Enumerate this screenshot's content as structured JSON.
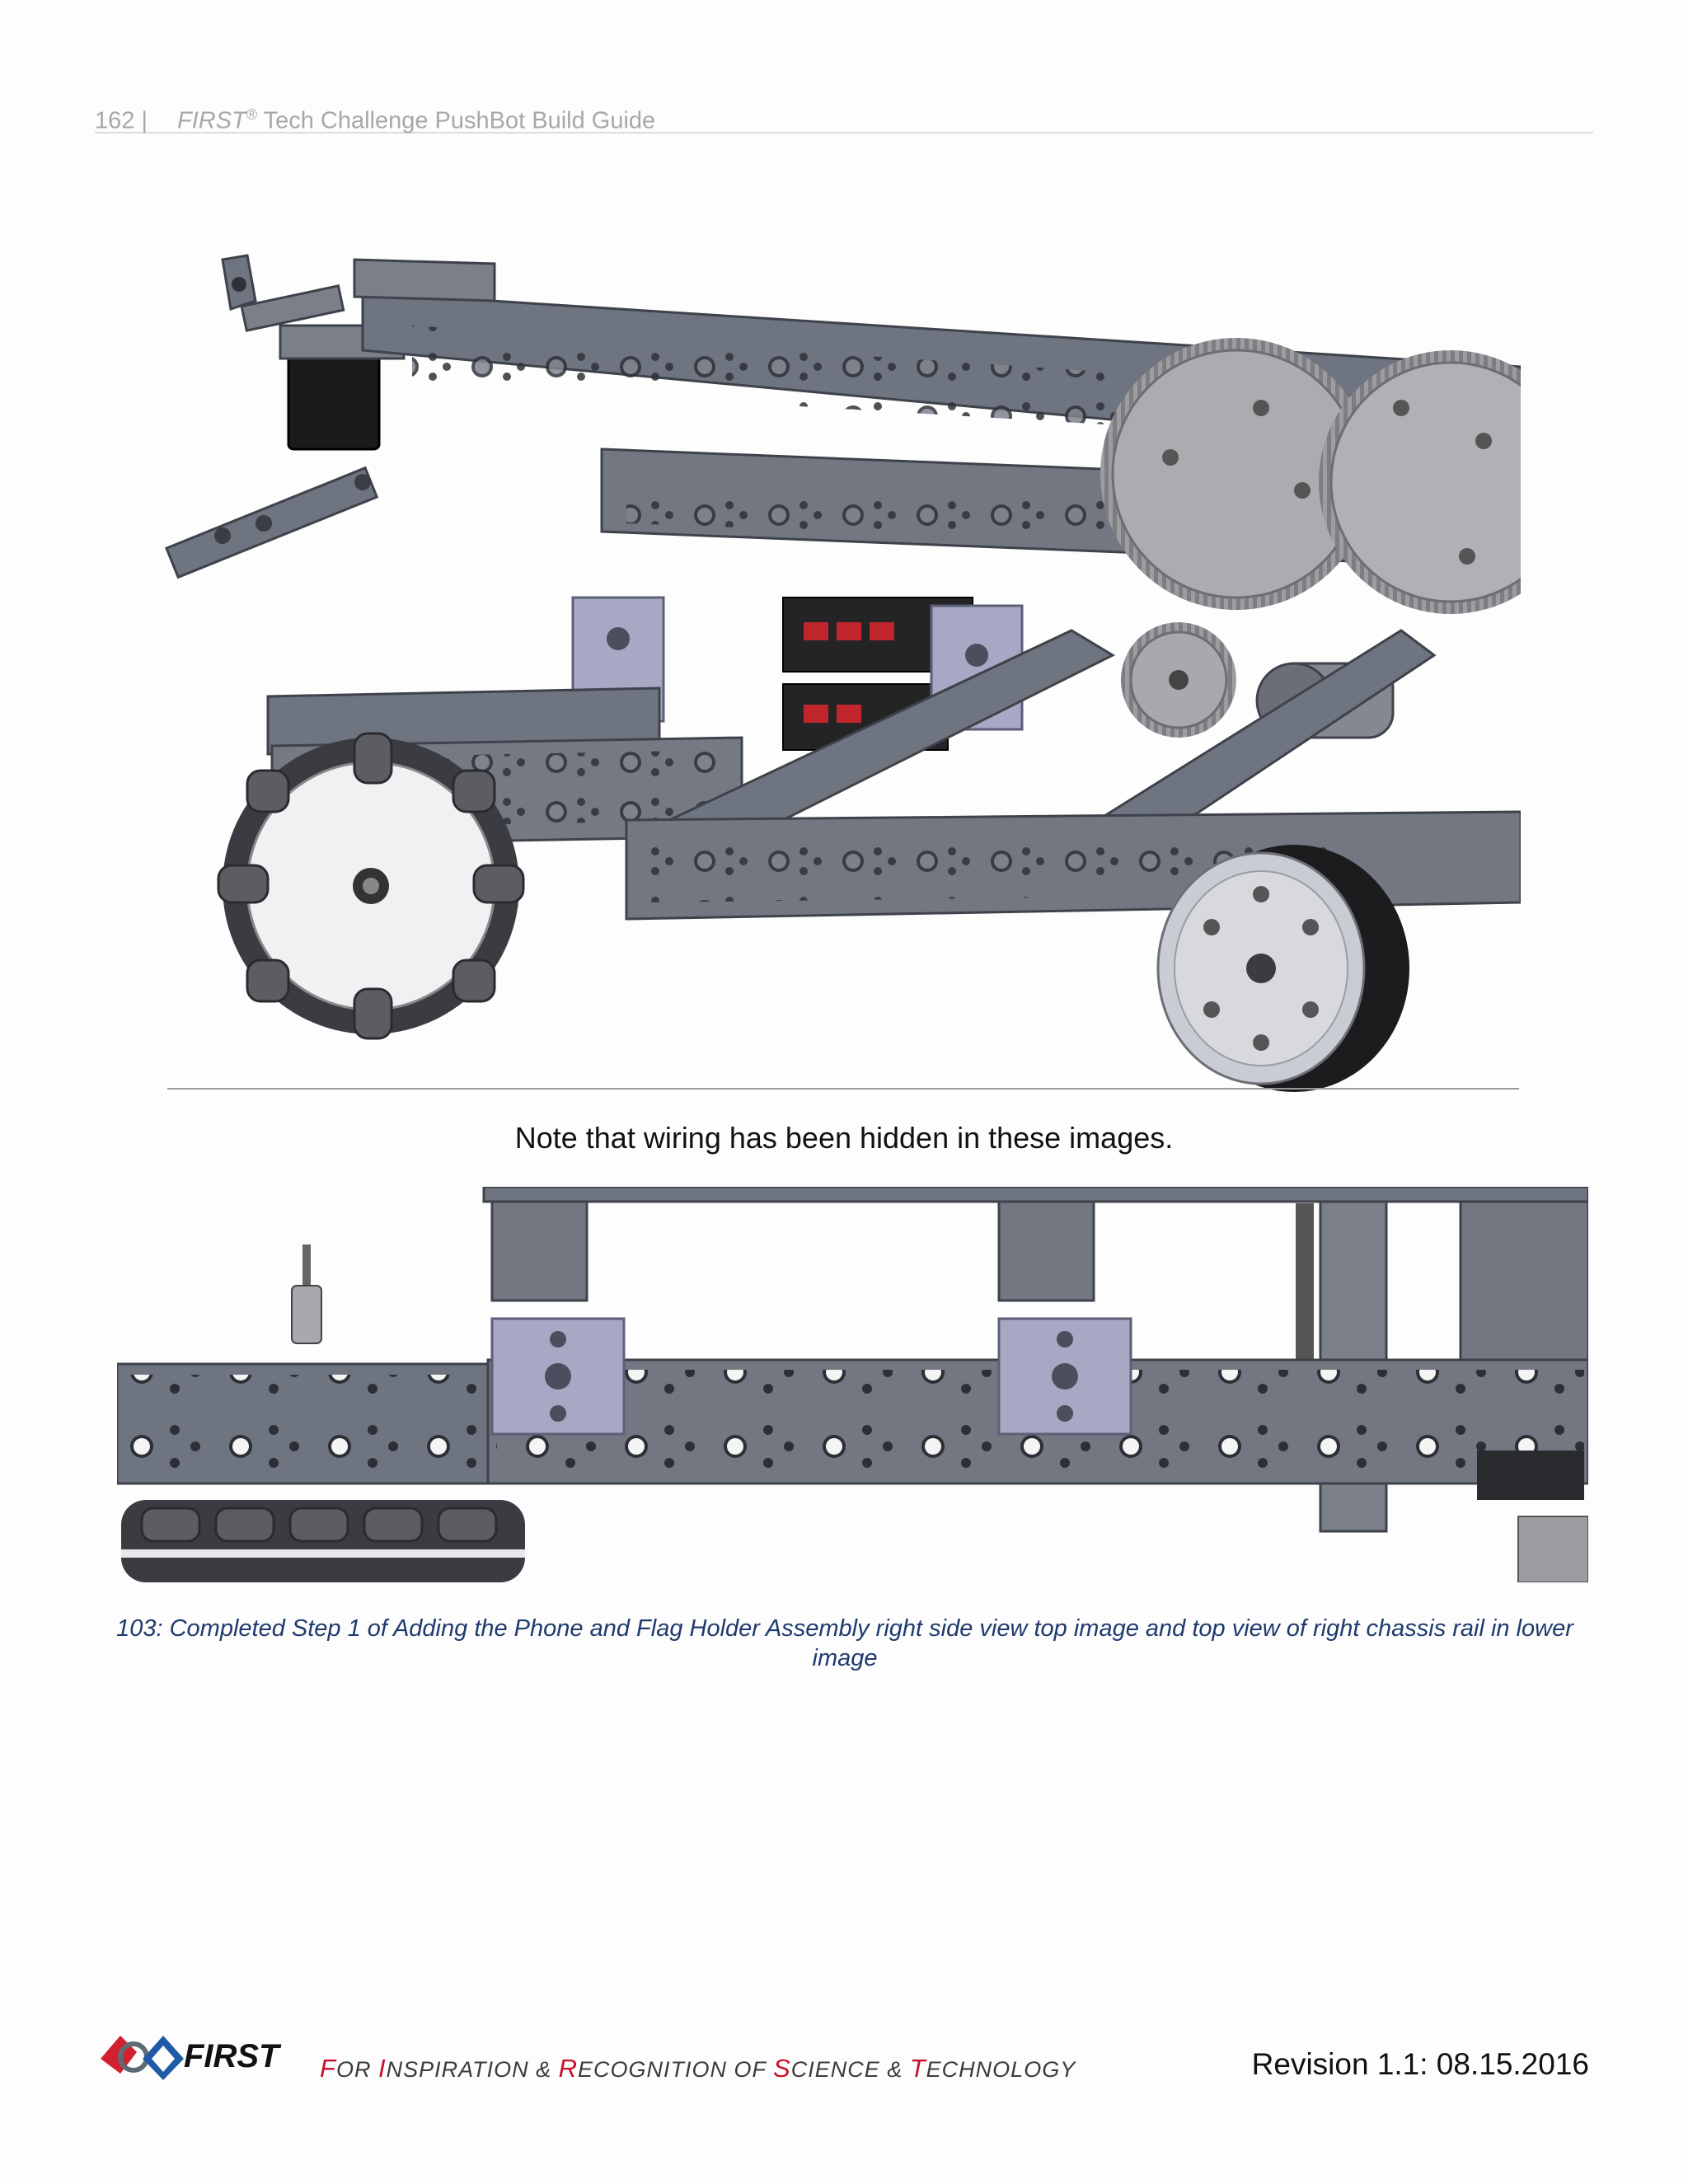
{
  "header": {
    "page_number": "162 |",
    "first_mark": "FIRST",
    "registered": "®",
    "guide_title": "Tech Challenge PushBot Build Guide"
  },
  "note": "Note that wiring has been hidden in these images.",
  "caption": "103: Completed Step 1 of Adding the Phone and Flag Holder Assembly right side view top image and top view of right chassis rail in lower image",
  "footer": {
    "logo_text": "FIRST",
    "tagline_parts": [
      {
        "cap": "F",
        "rest": "OR "
      },
      {
        "cap": "I",
        "rest": "NSPIRATION & "
      },
      {
        "cap": "R",
        "rest": "ECOGNITION OF "
      },
      {
        "cap": "S",
        "rest": "CIENCE & "
      },
      {
        "cap": "T",
        "rest": "ECHNOLOGY"
      }
    ],
    "revision": "Revision 1.1: 08.15.2016"
  },
  "colors": {
    "metal": "#6e7480",
    "metal_dark": "#4f545e",
    "metal_light": "#8b909a",
    "bracket": "#a6a8c4",
    "gear": "#a9a9ad",
    "wheel_hub": "#c9ccd2",
    "tire": "#1c1c1e",
    "roller": "#5b5d63",
    "battery": "#222",
    "connector_red": "#c0262b",
    "caption_blue": "#1f3a6e",
    "logo_blue": "#1f5aa6",
    "logo_red": "#d1202f"
  }
}
